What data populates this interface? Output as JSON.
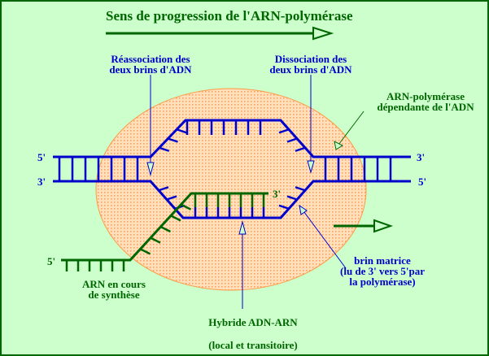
{
  "title": "Sens de progression de l'ARN-polymérase",
  "labels": {
    "reassociation": [
      "Réassociation des",
      "deux brins d'ADN"
    ],
    "dissociation": [
      "Dissociation des",
      "deux brins d'ADN"
    ],
    "polymerase": [
      "ARN-polymérase",
      "dépendante de l'ADN"
    ],
    "matrice": [
      "brin matrice",
      "(lu de 3' vers 5'par",
      "la polymérase)"
    ],
    "arn": [
      "ARN en cours",
      "de synthèse"
    ],
    "hybride": "Hybride ADN-ARN",
    "hybride_sub": "(local et transitoire)",
    "left_top": "5'",
    "left_bottom": "3'",
    "right_top": "3'",
    "right_bottom": "5'",
    "rna_3": "3'",
    "rna_5": "5'"
  },
  "colors": {
    "bg": "#ccffcc",
    "dna": "#0000cc",
    "rna": "#006600",
    "ellipse": "#ffcc99"
  }
}
